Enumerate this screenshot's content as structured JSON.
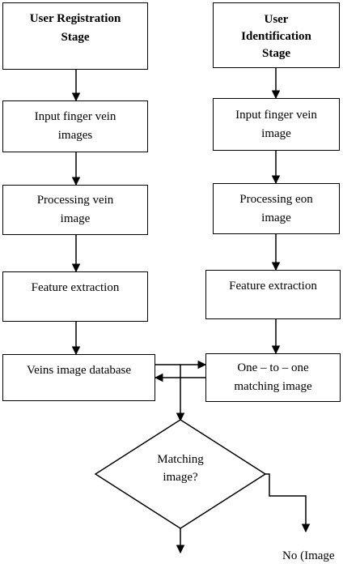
{
  "registration": {
    "stage_title": [
      "User Registration",
      "Stage"
    ],
    "input": [
      "Input finger vein",
      "images"
    ],
    "processing": [
      "Processing vein",
      "image"
    ],
    "feature": [
      "Feature extraction"
    ],
    "database": [
      "Veins image database"
    ]
  },
  "identification": {
    "stage_title": [
      "User",
      "Identification",
      "Stage"
    ],
    "input": [
      "Input finger vein",
      "image"
    ],
    "processing": [
      "Processing eon",
      "image"
    ],
    "feature": [
      "Feature extraction"
    ],
    "matching": [
      "One – to – one",
      "matching image"
    ]
  },
  "decision": {
    "question": [
      "Matching",
      "image?"
    ],
    "no_branch": "No (Image"
  }
}
